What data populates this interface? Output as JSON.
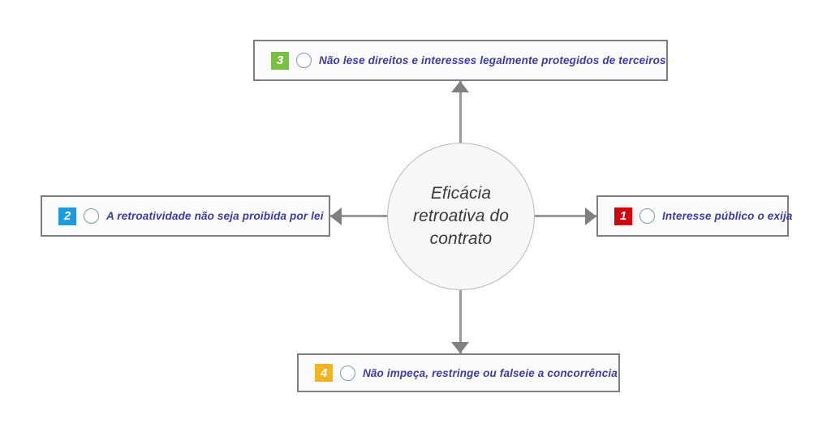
{
  "diagram": {
    "type": "radial-hub-and-spoke",
    "center": {
      "label": "Eficácia\nretroativa do\ncontrato"
    },
    "nodes": [
      {
        "id": "node-1",
        "position": "right",
        "number": "1",
        "badge_color": "#d1000f",
        "bullet_icon": "circle-outline-icon",
        "text": "Interesse público o exija",
        "arrow_direction": "right"
      },
      {
        "id": "node-2",
        "position": "left",
        "number": "2",
        "badge_color": "#1a9bdc",
        "bullet_icon": "circle-outline-icon",
        "text": "A retroatividade não seja proibida por lei",
        "arrow_direction": "left"
      },
      {
        "id": "node-3",
        "position": "top",
        "number": "3",
        "badge_color": "#77c043",
        "bullet_icon": "circle-outline-icon",
        "text": "Não lese direitos e interesses legalmente protegidos de terceiros",
        "arrow_direction": "up"
      },
      {
        "id": "node-4",
        "position": "bottom",
        "number": "4",
        "badge_color": "#f5b41f",
        "bullet_icon": "circle-outline-icon",
        "text": "Não impeça, restringe ou falseie a concorrência",
        "arrow_direction": "down"
      }
    ],
    "colors": {
      "background": "#ffffff",
      "box_border": "#7e7e7e",
      "box_fill": "#fbfbfb",
      "text": "#3c3ba2",
      "center_fill": "#f7f7f8",
      "center_border": "#b9b9bc",
      "center_text": "#3a3a3a",
      "connector": "#808080",
      "bullet_border": "#7d96ad"
    }
  }
}
